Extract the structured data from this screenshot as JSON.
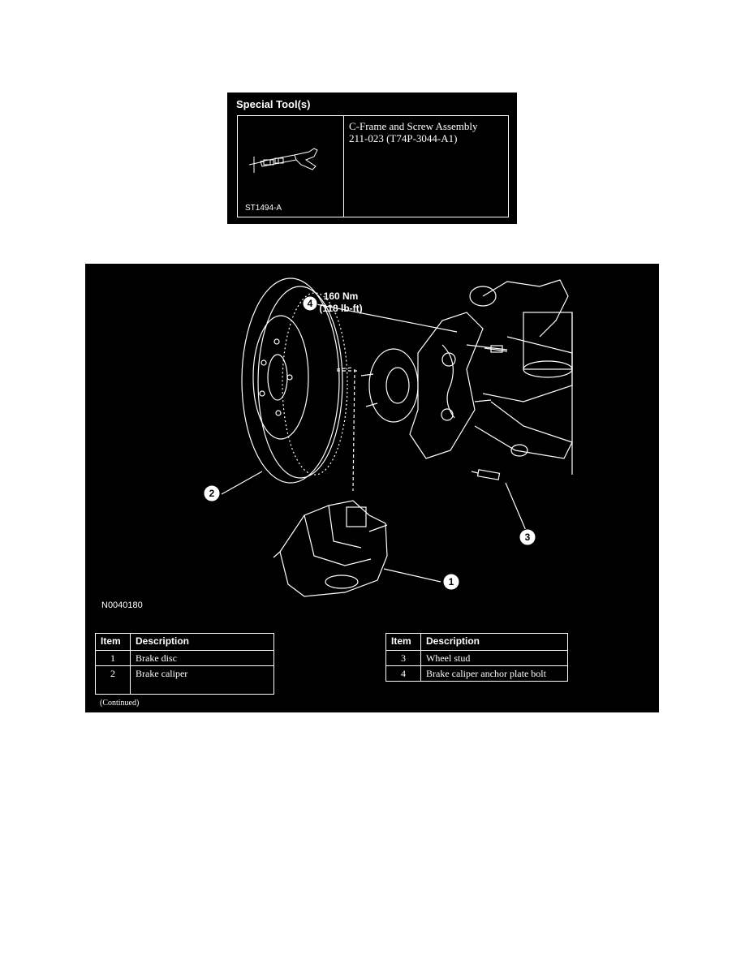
{
  "special_tools": {
    "title": "Special Tool(s)",
    "tool_id": "ST1494-A",
    "tool_name": "C-Frame and Screw Assembly",
    "tool_number": "211-023 (T74P-3044-A1)",
    "icon": "c-frame-tool-illustration"
  },
  "figure": {
    "id": "N0040180",
    "torque_callout": {
      "number": "4",
      "metric": "160 Nm",
      "imperial": "(118 lb-ft)"
    },
    "callouts": [
      "1",
      "2",
      "3",
      "4"
    ],
    "legend_headers": {
      "item": "Item",
      "description": "Description"
    },
    "legend_left": [
      {
        "item": "1",
        "description": "Brake disc"
      },
      {
        "item": "2",
        "description": "Brake caliper"
      }
    ],
    "legend_right": [
      {
        "item": "3",
        "description": "Wheel stud"
      },
      {
        "item": "4",
        "description": "Brake caliper anchor plate bolt"
      }
    ],
    "continued": "(Continued)"
  }
}
